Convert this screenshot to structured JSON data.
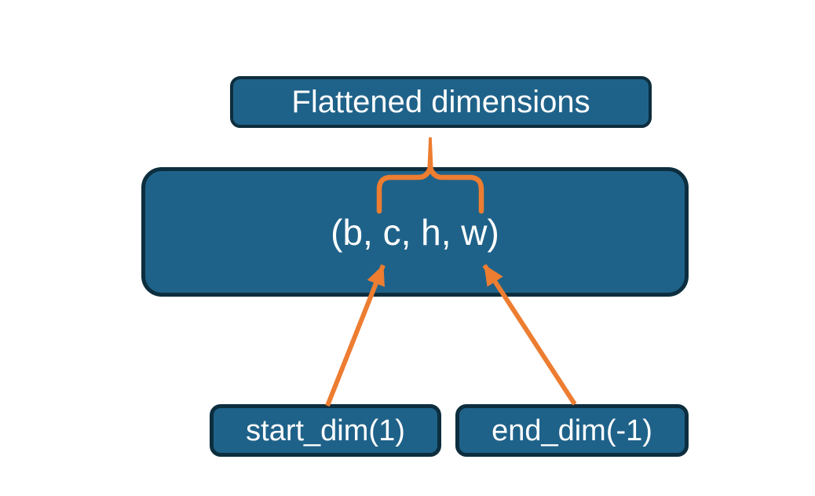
{
  "colors": {
    "background": "#ffffff",
    "node-fill": "#1f6289",
    "node-border": "#0d2e3e",
    "node-text": "#ffffff",
    "accent": "#ed7d31"
  },
  "nodes": {
    "flattened": {
      "label": "Flattened dimensions"
    },
    "tuple": {
      "label": "(b, c, h, w)"
    },
    "start_dim": {
      "label": "start_dim(1)"
    },
    "end_dim": {
      "label": "end_dim(-1)"
    }
  },
  "edges": [
    {
      "type": "brace",
      "from": "flattened",
      "to": "tuple"
    },
    {
      "type": "arrow",
      "from": "start_dim",
      "to": "tuple"
    },
    {
      "type": "arrow",
      "from": "end_dim",
      "to": "tuple"
    }
  ]
}
